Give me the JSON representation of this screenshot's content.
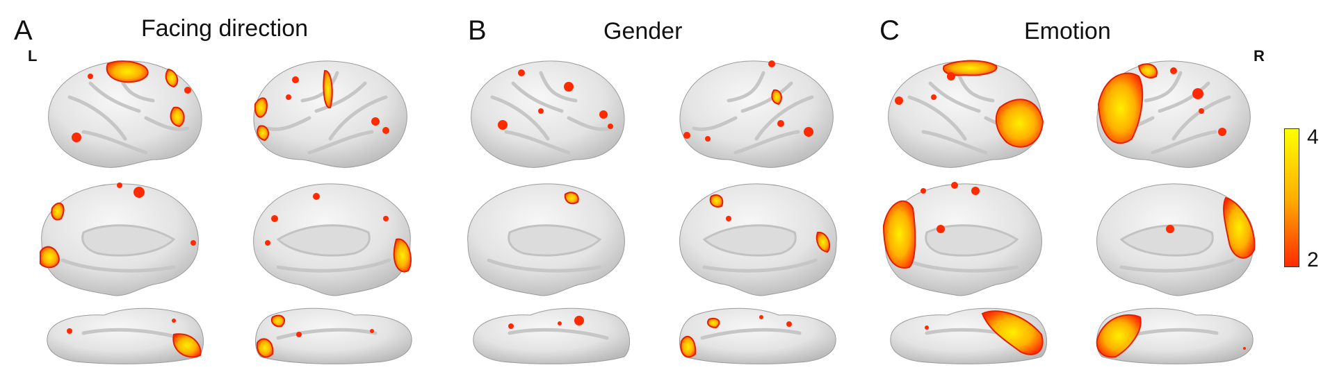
{
  "panels": [
    {
      "letter": "A",
      "title": "Facing direction"
    },
    {
      "letter": "B",
      "title": "Gender"
    },
    {
      "letter": "C",
      "title": "Emotion"
    }
  ],
  "hemisphere_labels": {
    "left": "L",
    "right": "R"
  },
  "colorbar": {
    "max_label": "4",
    "min_label": "2",
    "colors": [
      "#ffff00",
      "#ffb000",
      "#ff2a00"
    ]
  },
  "colors": {
    "cortex": "#e6e6e6",
    "cortex_shade": "#bdbdbd",
    "activation_low": "#ff2a00",
    "activation_high": "#ffe600"
  }
}
